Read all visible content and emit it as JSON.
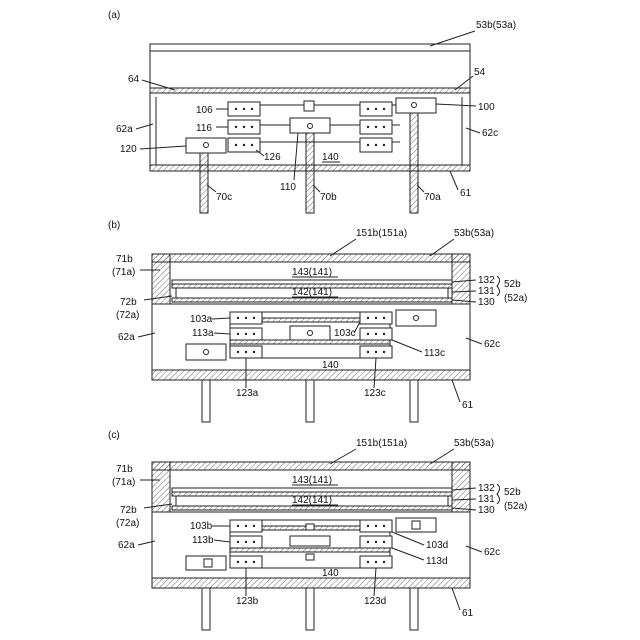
{
  "panels": {
    "a": {
      "label": "(a)",
      "refs": {
        "r53b": "53b(53a)",
        "r64": "64",
        "r54": "54",
        "r100": "100",
        "r106": "106",
        "r116": "116",
        "r126": "126",
        "r62a": "62a",
        "r62c": "62c",
        "r120": "120",
        "r110": "110",
        "r140": "140",
        "r61": "61",
        "r70c": "70c",
        "r70b": "70b",
        "r70a": "70a"
      }
    },
    "b": {
      "label": "(b)",
      "refs": {
        "r151b": "151b(151a)",
        "r53b": "53b(53a)",
        "r71b": "71b",
        "r71a": "(71a)",
        "r143": "143(141)",
        "r142": "142(141)",
        "r132": "132",
        "r131": "131",
        "r130": "130",
        "r52b": "52b",
        "r52a": "(52a)",
        "r72b": "72b",
        "r72a": "(72a)",
        "r62a": "62a",
        "r62c": "62c",
        "r103a": "103a",
        "r113a": "113a",
        "r103c": "103c",
        "r113c": "113c",
        "r140": "140",
        "r123a": "123a",
        "r123c": "123c",
        "r61": "61"
      }
    },
    "c": {
      "label": "(c)",
      "refs": {
        "r151b": "151b(151a)",
        "r53b": "53b(53a)",
        "r71b": "71b",
        "r71a": "(71a)",
        "r143": "143(141)",
        "r142": "142(141)",
        "r132": "132",
        "r131": "131",
        "r130": "130",
        "r52b": "52b",
        "r52a": "(52a)",
        "r72b": "72b",
        "r72a": "(72a)",
        "r62a": "62a",
        "r62c": "62c",
        "r103b": "103b",
        "r113b": "113b",
        "r103d": "103d",
        "r113d": "113d",
        "r140": "140",
        "r123b": "123b",
        "r123d": "123d",
        "r61": "61"
      }
    }
  }
}
